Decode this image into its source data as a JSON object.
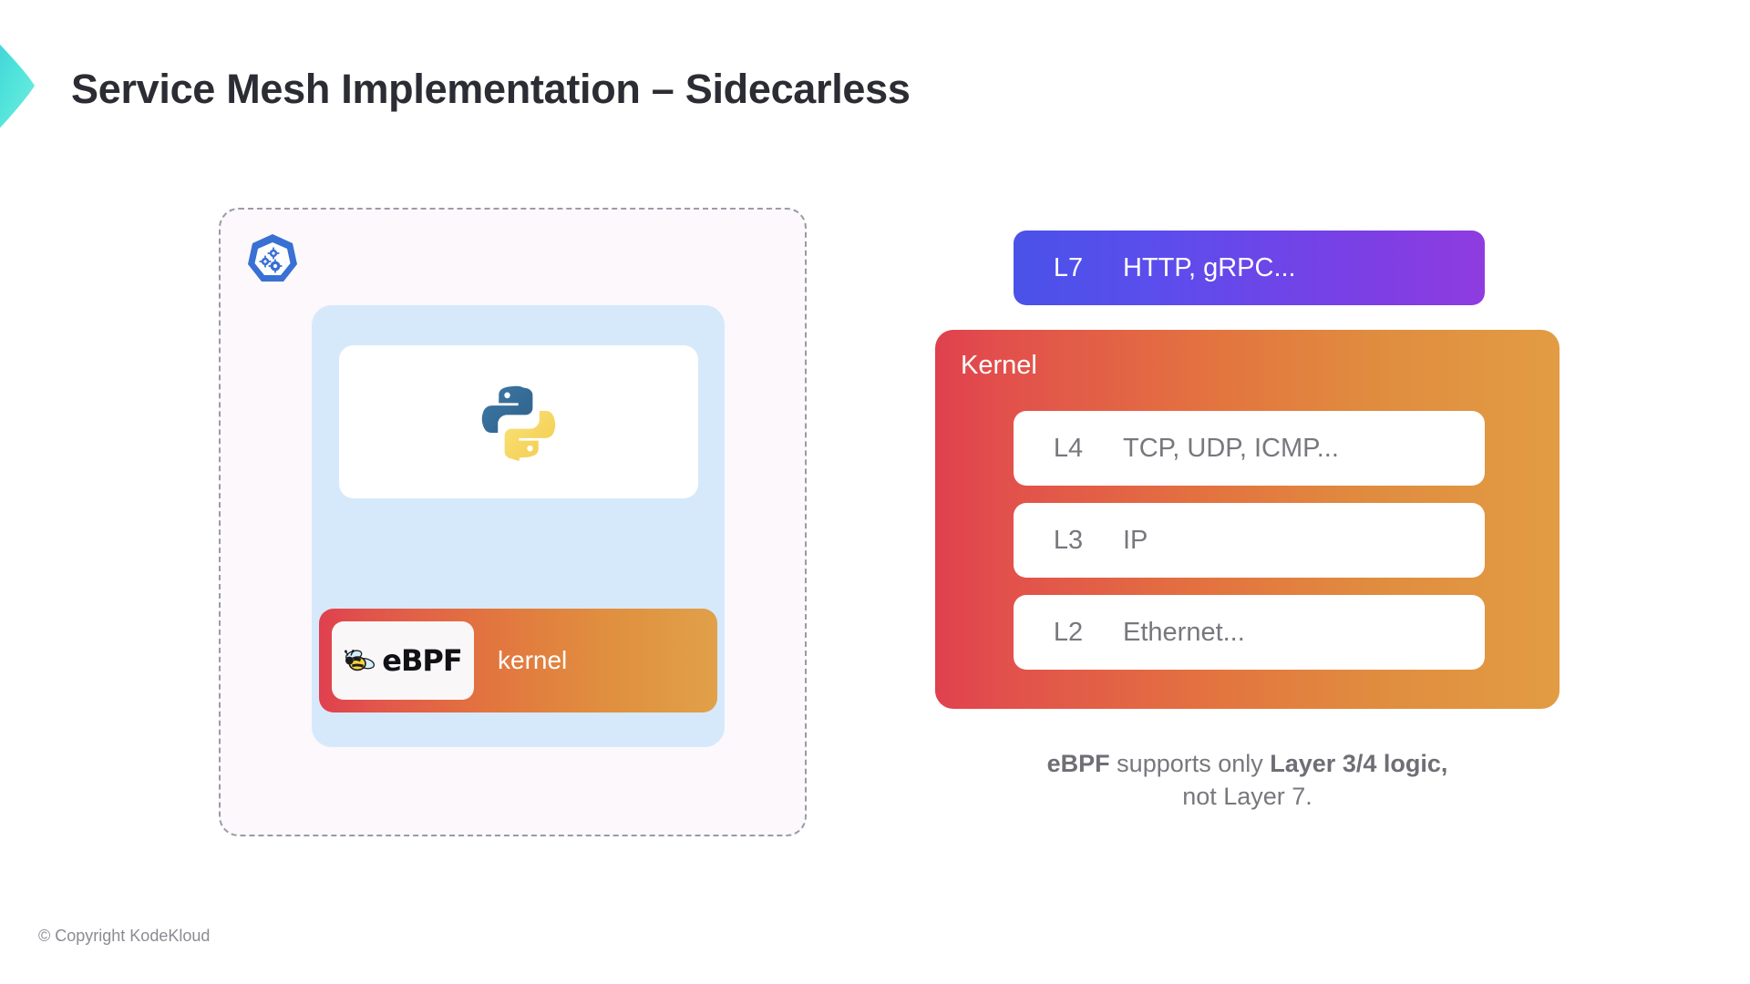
{
  "slide": {
    "title": "Service Mesh Implementation – Sidecarless",
    "footer": "© Copyright KodeKloud"
  },
  "left_panel": {
    "node_icon": "kubernetes-icon",
    "app_icon": "python-logo-icon",
    "kernel_bar": {
      "logo_text": "eBPF",
      "logo_icon": "bee-icon",
      "label": "kernel"
    }
  },
  "right_panel": {
    "l7": {
      "code": "L7",
      "protocols": "HTTP, gRPC..."
    },
    "kernel_title": "Kernel",
    "layers": [
      {
        "code": "L4",
        "protocols": "TCP, UDP, ICMP..."
      },
      {
        "code": "L3",
        "protocols": "IP"
      },
      {
        "code": "L2",
        "protocols": "Ethernet..."
      }
    ],
    "caption": {
      "part1": "eBPF",
      "part2": " supports only ",
      "part3": "Layer 3/4 logic,",
      "part4": "not Layer 7."
    }
  },
  "colors": {
    "brand_teal_light": "#6ee9e0",
    "brand_teal_dark": "#2bb6d8",
    "title_text": "#2c2c34",
    "kubernetes_blue": "#3970d4",
    "pod_blue": "#d6e9fb",
    "kernel_red": "#e0404e",
    "kernel_orange": "#e29c43",
    "l7_blue": "#4a52e8",
    "l7_purple": "#8f3ce0",
    "python_blue": "#366f9b",
    "python_yellow": "#f6d55c",
    "muted_text": "#77777d"
  }
}
